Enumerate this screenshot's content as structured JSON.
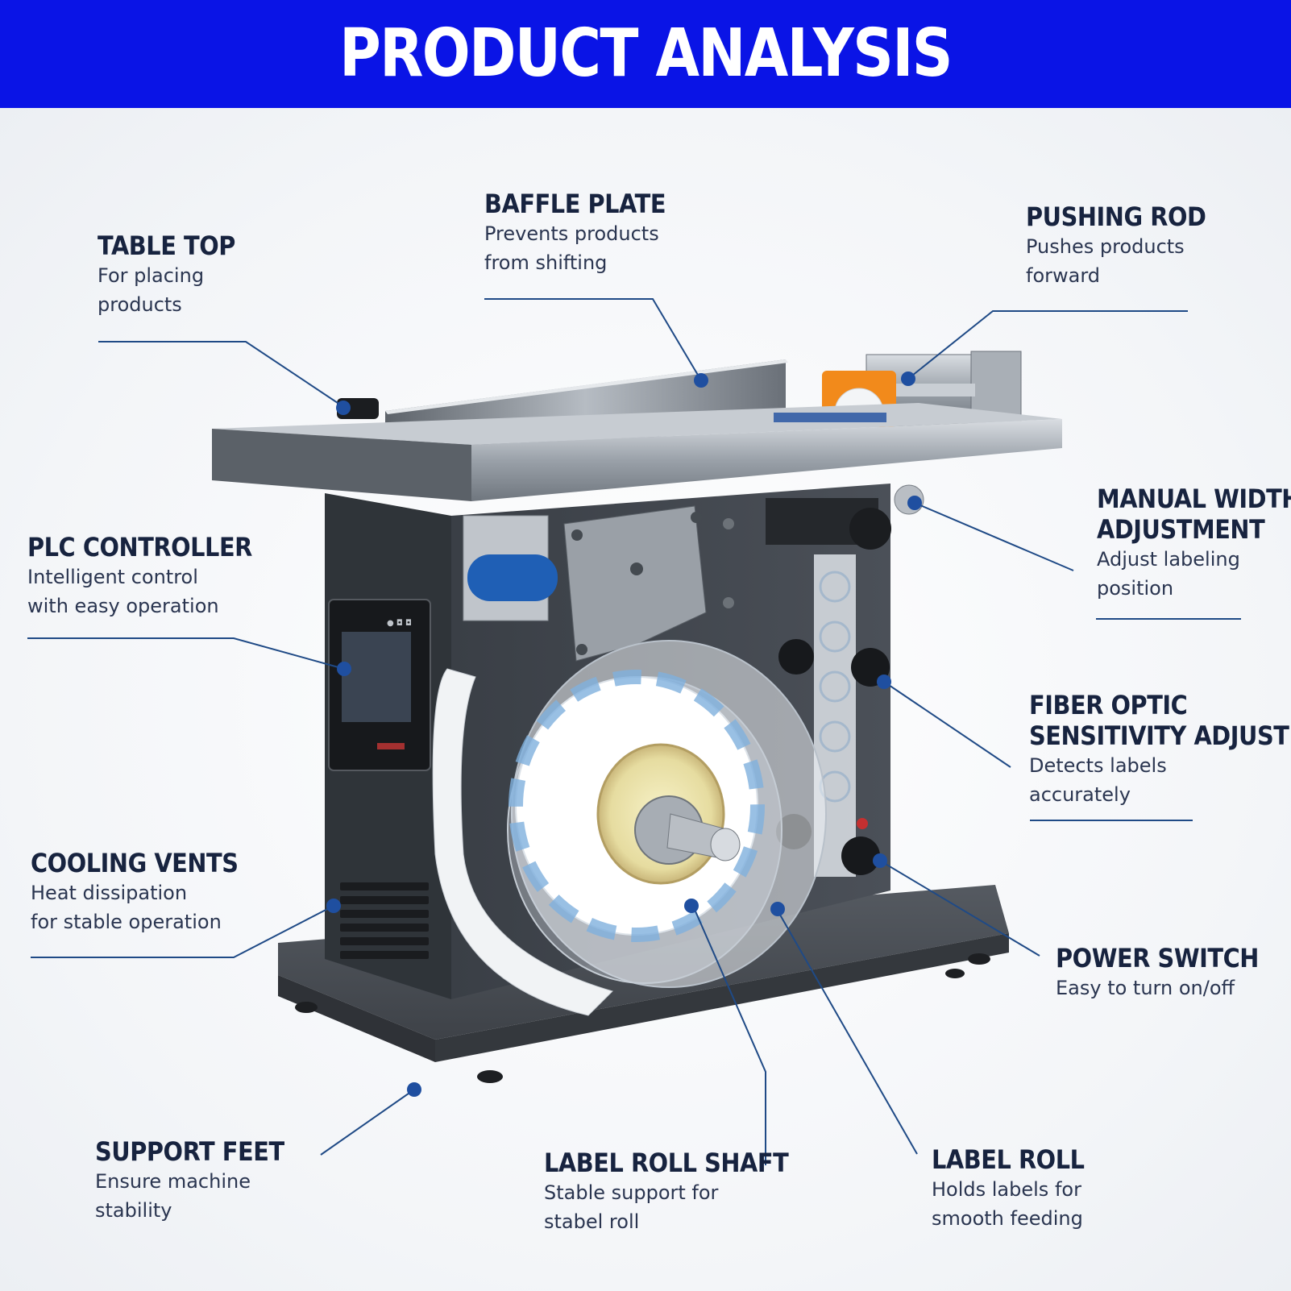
{
  "header": {
    "title": "PRODUCT ANALYSIS",
    "bg_color": "#0a14e6"
  },
  "accent_color": "#1f4fa0",
  "callouts": {
    "table_top": {
      "title": "TABLE TOP",
      "desc_1": "For placing",
      "desc_2": "products"
    },
    "baffle_plate": {
      "title": "BAFFLE PLATE",
      "desc_1": "Prevents products",
      "desc_2": "from shifting"
    },
    "pushing_rod": {
      "title": "PUSHING ROD",
      "desc_1": "Pushes products",
      "desc_2": "forward"
    },
    "plc_controller": {
      "title": "PLC CONTROLLER",
      "desc_1": "Intelligent control",
      "desc_2": "with easy operation"
    },
    "manual_width": {
      "title_1": "MANUAL WIDTH",
      "title_2": "ADJUSTMENT",
      "desc_1": "Adjust labeling",
      "desc_2": "position"
    },
    "fiber_optic": {
      "title_1": "FIBER OPTIC",
      "title_2": "SENSITIVITY ADJUSTER",
      "desc_1": "Detects labels",
      "desc_2": "accurately"
    },
    "cooling_vents": {
      "title": "COOLING VENTS",
      "desc_1": "Heat dissipation",
      "desc_2": "for stable operation"
    },
    "power_switch": {
      "title": "POWER SWITCH",
      "desc_1": "Easy to turn on/off"
    },
    "support_feet": {
      "title": "SUPPORT FEET",
      "desc_1": "Ensure machine",
      "desc_2": "stability"
    },
    "label_roll_shaft": {
      "title": "LABEL ROLL SHAFT",
      "desc_1": "Stable support for",
      "desc_2": "stabel roll"
    },
    "label_roll": {
      "title": "LABEL ROLL",
      "desc_1": "Holds labels for",
      "desc_2": "smooth feeding"
    }
  }
}
